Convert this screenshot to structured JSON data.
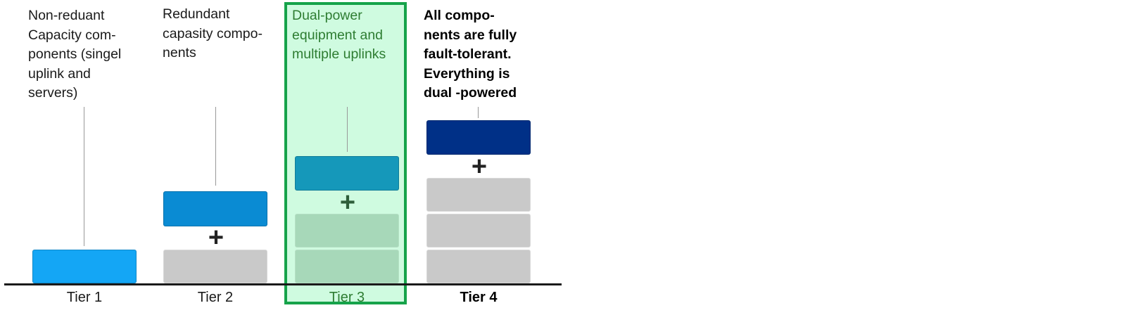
{
  "tiers": [
    {
      "label": "Tier 1",
      "description": "Non-reduant\nCapacity  com-\nponents (singel\nuplink and\nservers)",
      "top_block_color": "#14a6f5"
    },
    {
      "label": "Tier 2",
      "description": "Redundant\ncapasity compo-\nnents",
      "top_block_color": "#0a8bd3"
    },
    {
      "label": "Tier 3",
      "description": "Dual-power\nequipment and\nmultiple uplinks",
      "top_block_color": "#1598ba"
    },
    {
      "label": "Tier 4",
      "description": "All compo-\nnents are fully\nfault-tolerant.\nEverything is\ndual -powered",
      "top_block_color": "#003087"
    }
  ],
  "symbols": {
    "plus": "+"
  },
  "colors": {
    "highlight_fill": "#cffbe0",
    "highlight_border": "#16a34a",
    "block_gray": "#c9c9c9",
    "block_green_gray": "#a7d8b9"
  }
}
